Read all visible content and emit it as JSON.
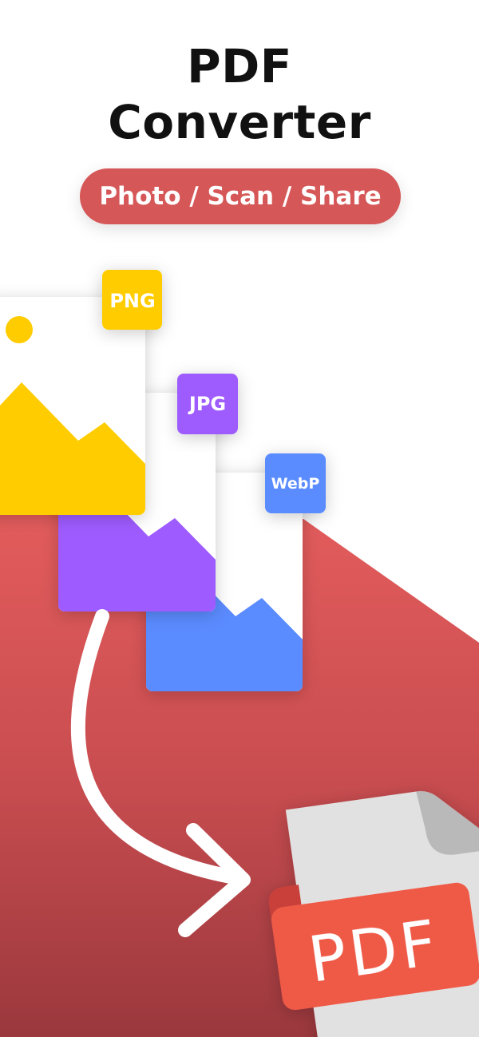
{
  "header": {
    "title_line1": "PDF",
    "title_line2": "Converter",
    "tagline": "Photo / Scan / Share"
  },
  "cards": [
    {
      "format": "PNG",
      "color": "#ffcc00"
    },
    {
      "format": "JPG",
      "color": "#9e5bff"
    },
    {
      "format": "WebP",
      "color": "#5a8bff"
    }
  ],
  "pdf_file": {
    "label": "PDF",
    "banner_color": "#ef5a47",
    "page_color": "#e1e1e1"
  },
  "colors": {
    "accent": "#d65757"
  }
}
